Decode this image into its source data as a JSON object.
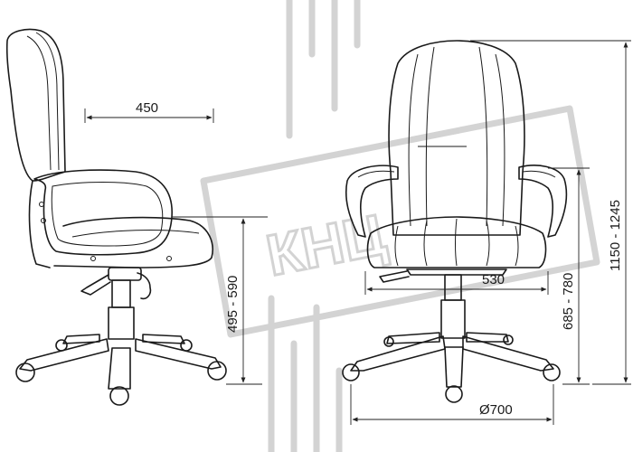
{
  "watermark": {
    "text": "КНЦ"
  },
  "dimensions": {
    "seat_depth": "450",
    "seat_height": "495 - 590",
    "seat_width": "530",
    "armrest_height": "685 - 780",
    "total_height": "1150 - 1245",
    "base_diameter": "Ø700"
  },
  "colors": {
    "line": "#1a1a1a",
    "watermark": "#cfcfcf"
  }
}
